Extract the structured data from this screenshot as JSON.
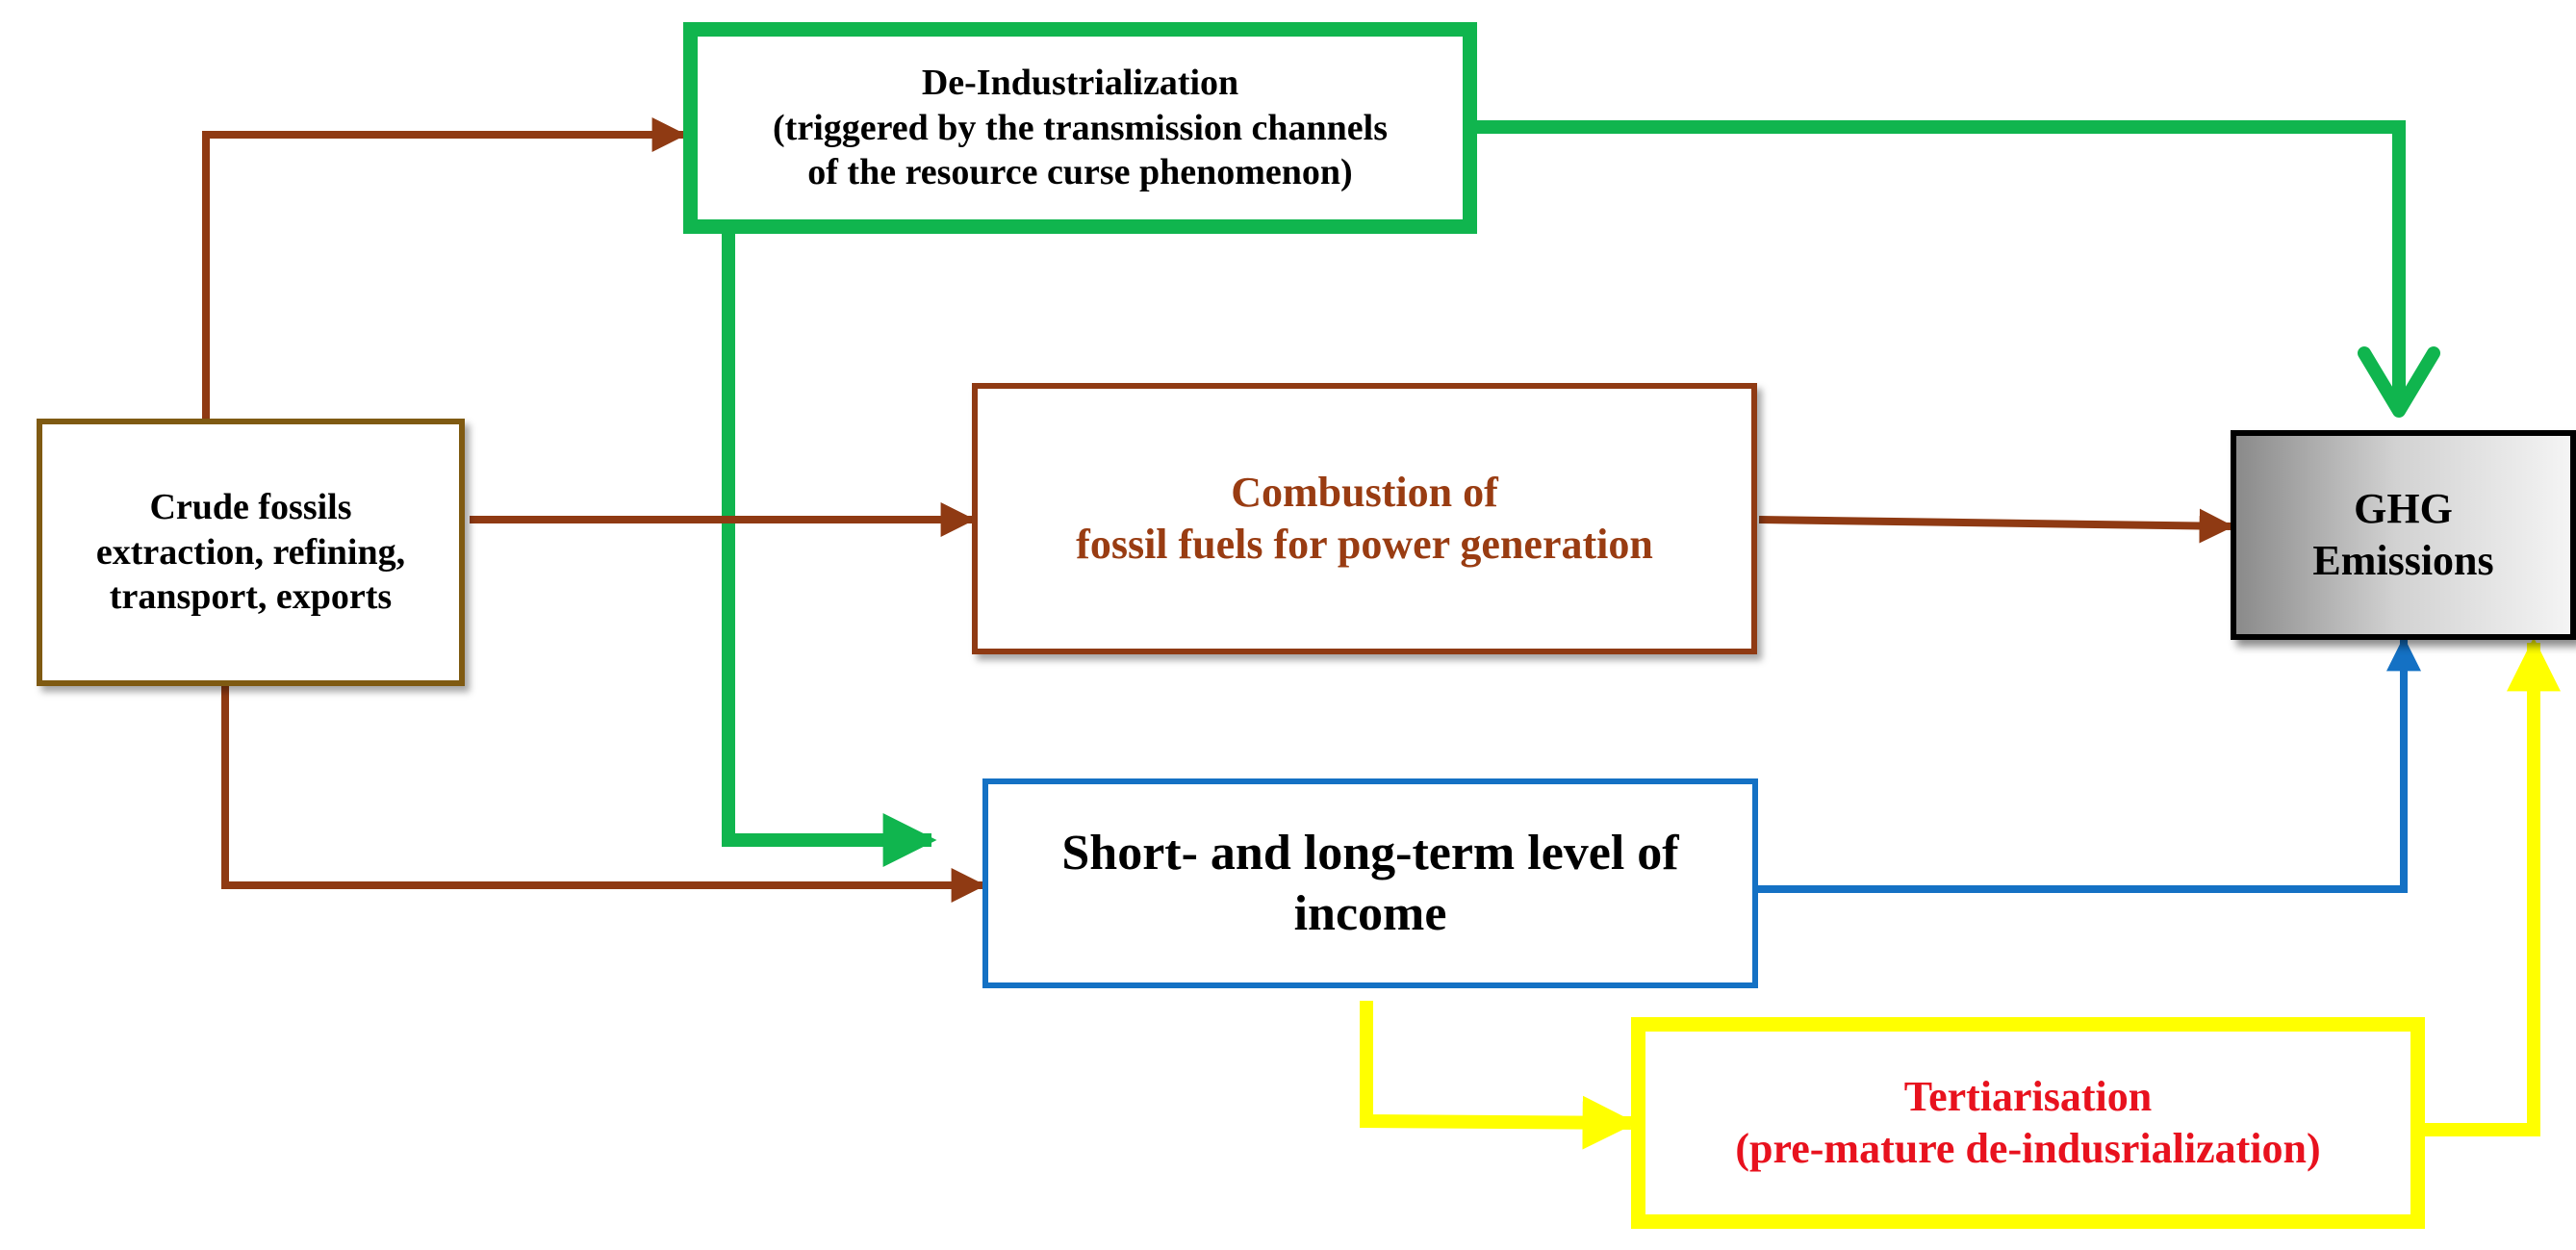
{
  "colors": {
    "brown": "#8f3a13",
    "green": "#10b54e",
    "blue": "#1471c4",
    "yellow": "#ffff00",
    "red": "#e8121e"
  },
  "nodes": {
    "crude": {
      "lines": [
        "Crude fossils",
        "extraction, refining,",
        "transport, exports"
      ]
    },
    "deind": {
      "lines": [
        "De-Industrialization",
        "(triggered by the transmission channels",
        "of the resource curse phenomenon)"
      ]
    },
    "combustion": {
      "lines": [
        "Combustion of",
        "fossil fuels for power generation"
      ]
    },
    "income": {
      "lines": [
        "Short- and long-term level of",
        "income"
      ]
    },
    "tertiary": {
      "lines": [
        "Tertiarisation",
        "(pre-mature de-indusrialization)"
      ]
    },
    "ghg": {
      "lines": [
        "GHG",
        "Emissions"
      ]
    }
  }
}
